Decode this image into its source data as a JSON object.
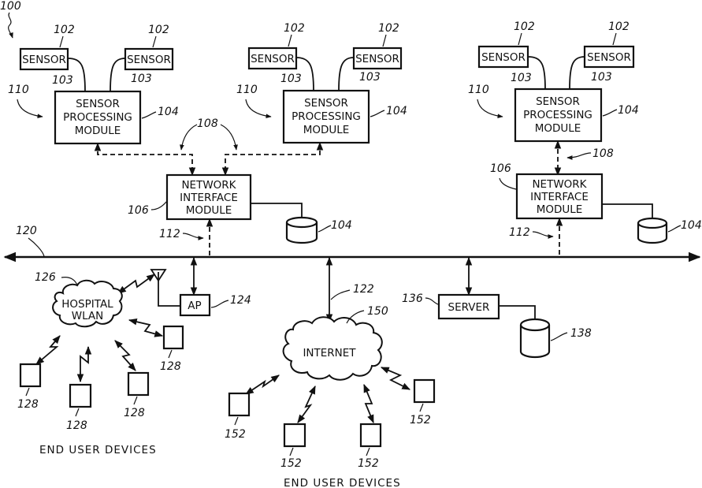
{
  "figure": {
    "ref_system": "100",
    "sensor_label": "SENSOR",
    "sensor_ref": "102",
    "sensor_link_ref": "103",
    "spm_lines": [
      "SENSOR",
      "PROCESSING",
      "MODULE"
    ],
    "spm_ref": "104",
    "group_ref": "110",
    "link_ref": "108",
    "nim_lines": [
      "NETWORK",
      "INTERFACE",
      "MODULE"
    ],
    "nim_ref": "106",
    "storage_ref": "104",
    "uplink_ref": "112",
    "bus_ref": "120",
    "internet_link_ref": "122",
    "ap_label": "AP",
    "ap_ref": "124",
    "wlan_lines": [
      "HOSPITAL",
      "WLAN"
    ],
    "wlan_ref": "126",
    "wlan_device_ref": "128",
    "internet_label": "INTERNET",
    "internet_ref": "150",
    "internet_device_ref": "152",
    "server_label": "SERVER",
    "server_ref": "136",
    "server_db_ref": "138",
    "caption_left": "END USER DEVICES",
    "caption_center": "END USER DEVICES"
  }
}
